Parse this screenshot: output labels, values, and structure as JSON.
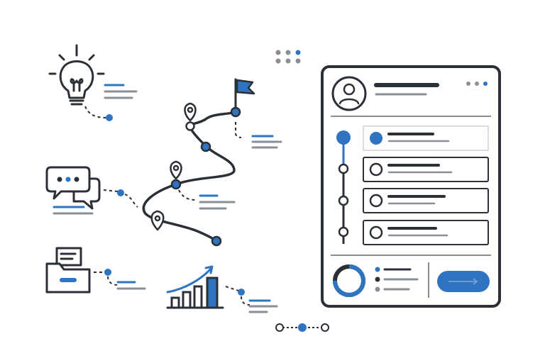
{
  "colors": {
    "ink": "#2b2f36",
    "accent": "#2f74c0",
    "muted": "#8a8f96",
    "panel_bg": "#ffffff"
  },
  "left_icons": [
    {
      "name": "lightbulb-icon"
    },
    {
      "name": "chat-bubbles-icon"
    },
    {
      "name": "file-folder-icon"
    },
    {
      "name": "growth-chart-icon"
    }
  ],
  "roadmap": {
    "pins": 3,
    "milestones": 4,
    "flag": "flag-icon"
  },
  "panel": {
    "header_icon": "user-avatar-icon",
    "steps": [
      {
        "state": "active"
      },
      {
        "state": "pending"
      },
      {
        "state": "pending"
      },
      {
        "state": "pending"
      }
    ],
    "progress_fraction": 0.75,
    "action_button": {
      "icon": "arrow-right-icon"
    }
  },
  "pager": {
    "dots": 3,
    "active_index": 1
  }
}
